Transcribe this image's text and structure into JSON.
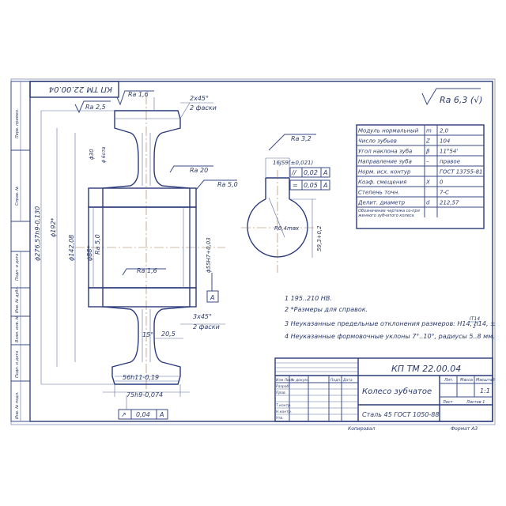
{
  "doc_number_rotated": "КП ТМ 22.00.04",
  "roughness_overall": "Ra 6,3 (√)",
  "roughness": {
    "top": "Ra 1,6",
    "left": "Ra 2,5",
    "web": "Ra 20",
    "hub": "Ra 5,0",
    "bore": "Ra 5,0",
    "bore2": "Ra 1,6",
    "keyway": "Ra 3,2"
  },
  "chamfer_top": [
    "2x45°",
    "2 фаски"
  ],
  "chamfer_bottom": [
    "3x45°",
    "2 фаски"
  ],
  "dims": {
    "d_outer": "ϕ276,57h9-0,130",
    "d_192": "ϕ192*",
    "d_142": "ϕ142,08",
    "d_88": "ϕ88*",
    "d_55": "ϕ55H7+0,03",
    "d_30": "ϕ30",
    "d_hole": "ϕ 6отв",
    "w_56": "56h11-0,19",
    "w_75": "75h9-0,074",
    "w_205": "20,5",
    "a_15": "15°",
    "key_width": "16JS9(±0,021)",
    "key_depth": "59,3+0,2",
    "key_r": "R0,4max",
    "label_A": "A"
  },
  "tolerances": [
    {
      "symbol": "//",
      "value": "0,02",
      "base": "A"
    },
    {
      "symbol": "=",
      "value": "0,05",
      "base": "A"
    },
    {
      "symbol": "↗",
      "value": "0,04",
      "base": "A"
    }
  ],
  "params": [
    [
      "Модуль нормальный",
      "m",
      "2,0"
    ],
    [
      "Число зубьев",
      "Z",
      "104"
    ],
    [
      "Угол наклона зуба",
      "β",
      "11°54'"
    ],
    [
      "Направление зуба",
      "–",
      "правое"
    ],
    [
      "Норм. исх. контур",
      "",
      "ГОСТ 13755-81"
    ],
    [
      "Коэф. смещения",
      "X",
      "0"
    ],
    [
      "Степень точн.",
      "",
      "7-С"
    ],
    [
      "Делит. диаметр",
      "d",
      "212,57"
    ],
    [
      "Обозначение чертежа со-пряженного зубчатого колеса",
      "",
      ""
    ]
  ],
  "notes": [
    "1  195..210 HB.",
    "2  *Размеры для справок.",
    "3  Неуказанные предельные отклонения размеров: H14, h14, ±",
    "4  Неуказанные формовочные уклоны 7°..10°, радиусы 5..8 мм."
  ],
  "note_fraction": [
    "IT14",
    "2"
  ],
  "title_block": {
    "doc_number": "КП ТМ 22.00.04",
    "name": "Колесо зубчатое",
    "material": "Сталь 45 ГОСТ 1050-88",
    "lit": "Лит.",
    "mass": "Масса",
    "scale": "Масштаб",
    "scale_value": "1:1",
    "sheet": "Лист",
    "sheets": "Листов  1",
    "rows": [
      "Изм Лист",
      "№ докум.",
      "Подп.",
      "Дата"
    ],
    "roles": [
      "Разраб.",
      "Пров.",
      "Т.контр.",
      "",
      "Н.контр.",
      "Утв."
    ],
    "copied": "Копировал",
    "format": "Формат   А3"
  },
  "side_strip": [
    "Перв. примен.",
    "Справ. №",
    "Подп. и дата",
    "Инв. № дубл.",
    "Взам. инв. №",
    "Подп. и дата",
    "Инв. № подл."
  ]
}
